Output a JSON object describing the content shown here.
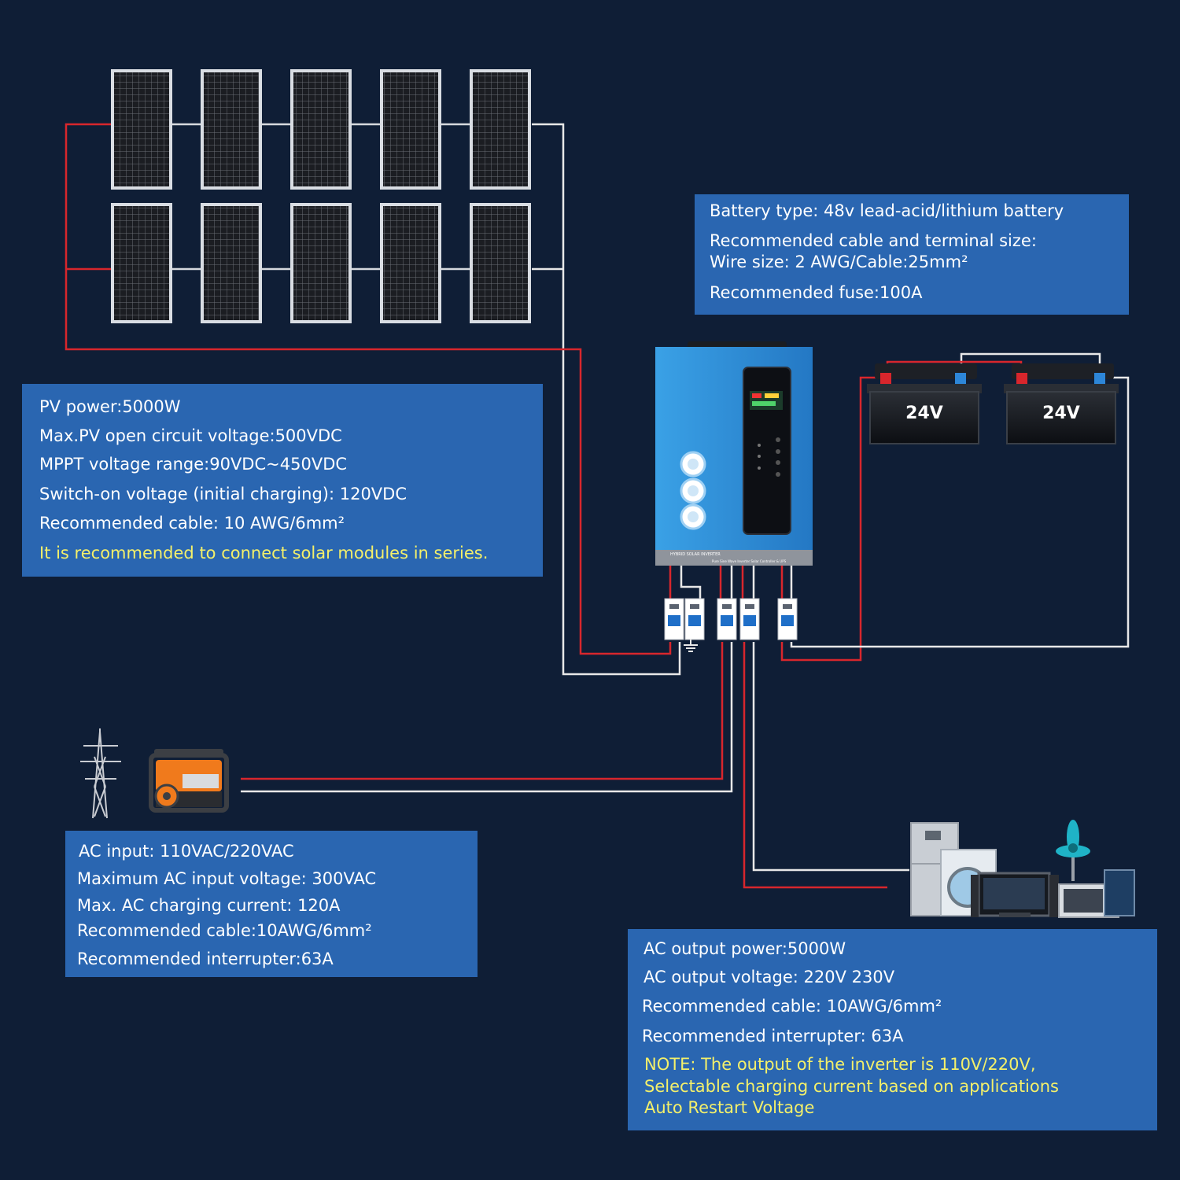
{
  "battery_box": {
    "battery_type": "Battery type: 48v lead-acid/lithium battery",
    "cable_heading": "Recommended cable and terminal size:",
    "wire_size": "Wire size: 2 AWG/Cable:25mm²",
    "fuse": "Recommended fuse:100A"
  },
  "pv_box": {
    "power": "PV power:5000W",
    "max_voltage": "Max.PV open circuit voltage:500VDC",
    "mppt_range": "MPPT voltage range:90VDC~450VDC",
    "switch_on": "Switch-on voltage (initial charging): 120VDC",
    "cable": "Recommended cable: 10 AWG/6mm²",
    "note": "It is recommended to connect solar modules in series."
  },
  "ac_input_box": {
    "input": "AC input: 110VAC/220VAC",
    "max_voltage": "Maximum AC input voltage: 300VAC",
    "charging_current": "Max. AC charging current: 120A",
    "cable": "Recommended cable:10AWG/6mm²",
    "interrupter": "Recommended interrupter:63A"
  },
  "ac_output_box": {
    "power": "AC output power:5000W",
    "voltage": "AC output voltage: 220V 230V",
    "cable": "Recommended cable: 10AWG/6mm²",
    "interrupter": "Recommended interrupter: 63A",
    "note_1": "NOTE: The output of the inverter is 110V/220V,",
    "note_2": "Selectable charging current based on applications",
    "note_3": "Auto Restart Voltage"
  },
  "batteries": [
    {
      "label": "24V"
    },
    {
      "label": "24V"
    }
  ],
  "inverter": {
    "brand_line": "HYBRID SOLAR INVERTER",
    "sub_line": "Pure Sine Wave Inverter Solar Controller & UPS"
  },
  "colors": {
    "background": "#0f1e36",
    "info_box": "#2a66b1",
    "note_text": "#f4f06a",
    "wire_positive": "#d8262c",
    "wire_negative": "#e8e8e8",
    "inverter_body": "#2f8fd6"
  }
}
